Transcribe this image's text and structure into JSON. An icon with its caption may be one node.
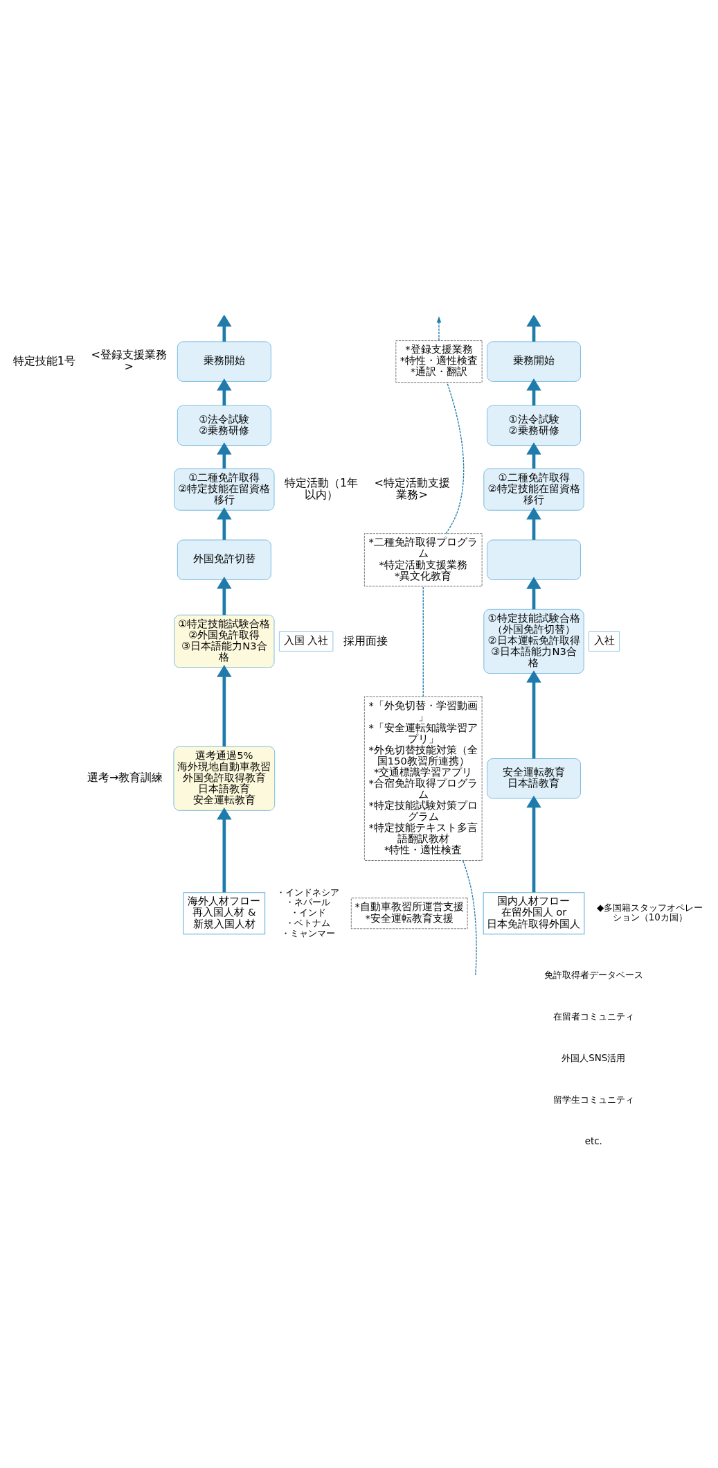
{
  "diagram": {
    "nodes": [
      {
        "text": [
          "海外人材フロー",
          "再入国人材 & 新規入国人材"
        ],
        "beside": [
          "・インドネシア",
          "・ネパール",
          "・インド",
          "・ベトナム",
          "・ミャンマー"
        ]
      },
      {
        "text": [
          "選考通過5%",
          "海外現地自動車教習",
          "外国免許取得教育",
          "日本語教育",
          "安全運転教育"
        ]
      },
      {
        "text": [
          "①特定技能試験合格",
          "②外国免許取得",
          "③日本語能力N3合格"
        ]
      },
      {
        "text": [
          "外国免許切替"
        ]
      },
      {
        "text": [
          "①二種免許取得",
          "②特定技能在留資格移行"
        ]
      },
      {
        "text": [
          "①法令試験",
          "②乗務研修"
        ]
      },
      {
        "text": [
          "乗務開始"
        ]
      },
      {
        "text": [
          "国内人材フロー",
          "在留外国人 or 日本免許取得外国人"
        ]
      },
      {
        "text": [
          "安全運転教育",
          "日本語教育"
        ]
      },
      {
        "text": [
          "①特定技能試験合格（外国免許切替）",
          "②日本運転免許取得",
          "③日本語能力N3合格"
        ]
      },
      {
        "text": [],
        "shape": "box"
      },
      {
        "text": [
          "①二種免許取得",
          "②特定技能在留資格移行"
        ]
      },
      {
        "text": [
          "①法令試験",
          "②乗務研修"
        ]
      },
      {
        "text": [
          "乗務開始"
        ]
      },
      {
        "text": [
          "*自動車教習所運営支援",
          "*安全運転教育支援"
        ]
      },
      {
        "text": [
          "*「外免切替・学習動画」",
          "*「安全運転知識学習アプリ」",
          "*外免切替技能対策（全国150教習所連携）",
          "*交通標識学習アプリ",
          "*合宿免許取得プログラム",
          "*特定技能試験対策プログラム",
          "*特定技能テキスト多言語翻訳教材",
          "*特性・適性検査"
        ]
      },
      {
        "text": [
          "*二種免許取得プログラム",
          "*特定活動支援業務",
          "*異文化教育"
        ]
      },
      {
        "text": [
          "*登録支援業務",
          "*特性・適性検査",
          "*通訳・翻訳"
        ]
      },
      {
        "text": [
          "入国 入社"
        ]
      },
      {
        "text": [
          "入社"
        ]
      }
    ],
    "edges": [
      {
        "from": 0,
        "to": 1,
        "arrow": "to"
      },
      {
        "from": 1,
        "to": 2,
        "arrow": "to"
      },
      {
        "from": 2,
        "to": 3,
        "arrow": "to"
      },
      {
        "from": 3,
        "to": 4,
        "arrow": "to"
      },
      {
        "from": 4,
        "to": 5,
        "arrow": "to"
      },
      {
        "from": 5,
        "to": 6,
        "arrow": "to"
      },
      {
        "from": 6,
        "to": null,
        "arrow": "to"
      },
      {
        "from": 7,
        "to": 8,
        "arrow": "to"
      },
      {
        "from": 8,
        "to": 9,
        "arrow": "to"
      },
      {
        "from": 9,
        "to": 10,
        "arrow": "to"
      },
      {
        "from": 10,
        "to": 11,
        "arrow": "to"
      },
      {
        "from": 11,
        "to": 12,
        "arrow": "to"
      },
      {
        "from": 12,
        "to": 13,
        "arrow": "to"
      },
      {
        "from": 13,
        "to": null,
        "arrow": "to"
      },
      {
        "from": null,
        "to": 15,
        "arrow": "none",
        "style": "dashed"
      },
      {
        "from": 15,
        "to": 16,
        "arrow": "none",
        "style": "dashed"
      },
      {
        "from": 16,
        "to": 17,
        "arrow": "none",
        "style": "dashed"
      },
      {
        "from": 17,
        "to": null,
        "arrow": "to",
        "style": "dashed"
      }
    ],
    "labels": [
      "選考→教育訓練",
      "採用面接",
      "特定活動（1年以内）",
      "<特定活動支援業務>",
      "特定技能1号",
      "<登録支援業務>",
      "◆多国籍スタッフオペレーション（10カ国）",
      "免許取得者データベース",
      "在留者コミュニティ",
      "外国人SNS活用",
      "留学生コミュニティ",
      "etc."
    ]
  }
}
